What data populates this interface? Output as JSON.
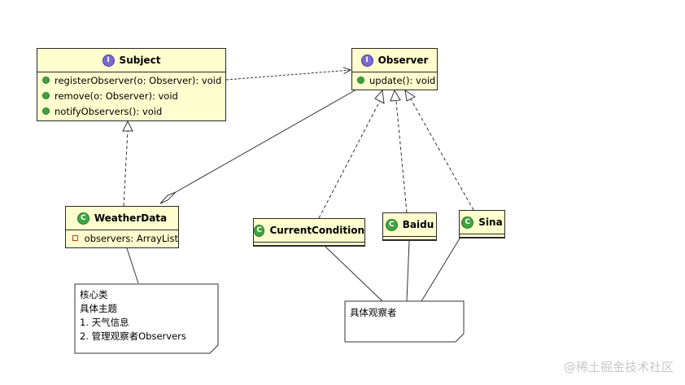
{
  "classes": {
    "subject": {
      "stereotype": "I",
      "name": "Subject",
      "methods": [
        "registerObserver(o: Observer): void",
        "remove(o: Observer): void",
        "notifyObservers(): void"
      ]
    },
    "observer": {
      "stereotype": "I",
      "name": "Observer",
      "methods": [
        "update(): void"
      ]
    },
    "weatherdata": {
      "stereotype": "C",
      "name": "WeatherData",
      "fields": [
        "observers: ArrayList"
      ]
    },
    "currentcondition": {
      "stereotype": "C",
      "name": "CurrentCondition"
    },
    "baidu": {
      "stereotype": "C",
      "name": "Baidu"
    },
    "sina": {
      "stereotype": "C",
      "name": "Sina"
    }
  },
  "notes": {
    "core": [
      "核心类",
      "具体主题",
      "1. 天气信息",
      "2. 管理观察者Observers"
    ],
    "observers": [
      "具体观察者"
    ]
  },
  "watermark": "@稀土掘金技术社区"
}
